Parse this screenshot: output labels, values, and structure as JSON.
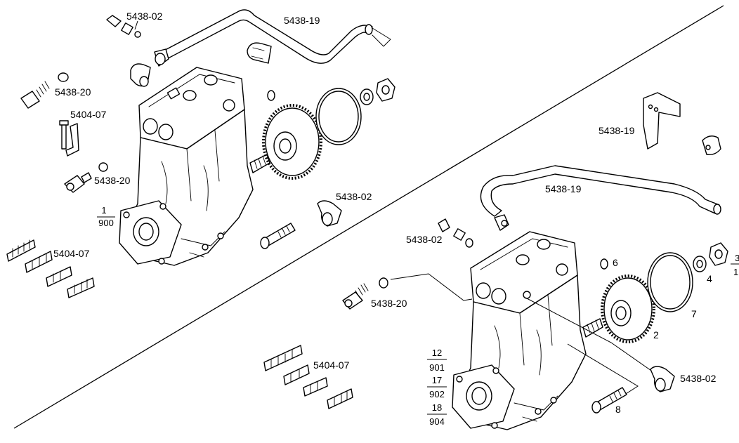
{
  "labels": {
    "c1_5438_02_top": "5438-02",
    "c1_5438_19": "5438-19",
    "c1_5438_20_a": "5438-20",
    "c1_5404_07_a": "5404-07",
    "c1_5438_20_b": "5438-20",
    "c1_5404_07_b": "5404-07",
    "c1_5438_02_mid": "5438-02",
    "c2_5438_19_bracket": "5438-19",
    "c2_5438_19_pipe": "5438-19",
    "c2_5438_02_a": "5438-02",
    "c2_5438_20": "5438-20",
    "c2_5404_07": "5404-07",
    "c2_5438_02_b": "5438-02"
  },
  "fractions": {
    "f1": {
      "top": "1",
      "bottom": "900"
    },
    "f2": {
      "top": "12",
      "bottom": "901"
    },
    "f3": {
      "top": "17",
      "bottom": "902"
    },
    "f4": {
      "top": "18",
      "bottom": "904"
    },
    "f5": {
      "top": "3",
      "bottom": "1"
    }
  },
  "callouts": {
    "n2": "2",
    "n4": "4",
    "n6": "6",
    "n7": "7",
    "n8": "8"
  }
}
